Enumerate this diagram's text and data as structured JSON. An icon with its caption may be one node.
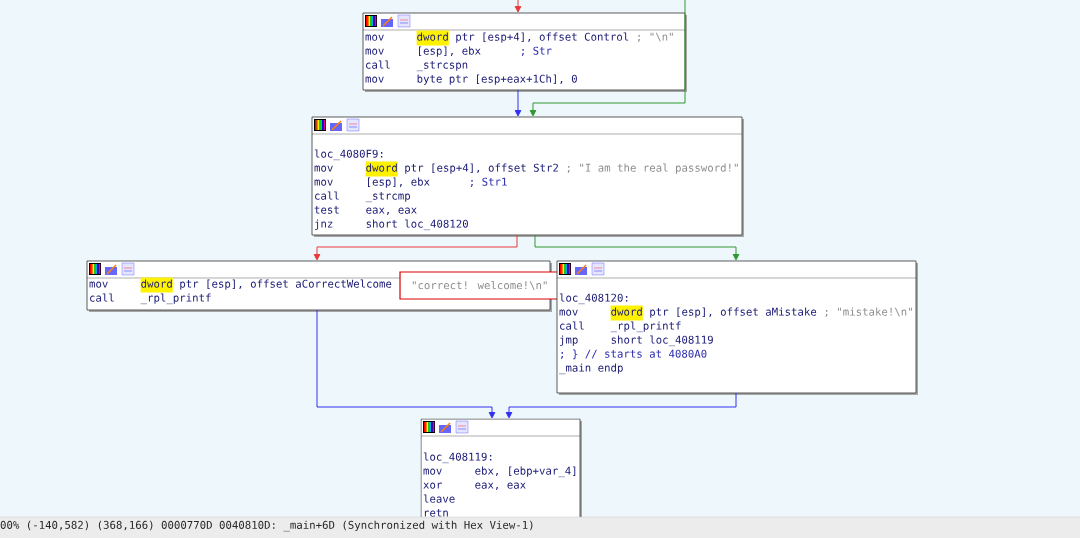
{
  "diagram": {
    "nodes": [
      {
        "text": [
          "mov",
          "dword",
          "ptr [esp+4], offset Control",
          "; \"\\n\"",
          "mov",
          "[esp], ebx",
          "; Str",
          "call",
          "_strcspn",
          "mov",
          "byte ptr [esp+eax+1Ch], 0"
        ]
      },
      {
        "text": [
          "loc_4080F9:",
          "mov",
          "dword",
          "ptr [esp+4], offset Str2",
          "; \"I am the real password!\"",
          "mov",
          "[esp], ebx",
          "; Str1",
          "call",
          "_strcmp",
          "test",
          "eax, eax",
          "jnz",
          "short loc_408120"
        ]
      },
      {
        "text": [
          "mov",
          "dword",
          "ptr [esp], offset aCorrectWelcome",
          "call",
          "_rpl_printf"
        ]
      },
      {
        "text": [
          "\"correct! welcome!\\n\""
        ],
        "in": 2
      },
      {
        "text": [
          "loc_408120:",
          "mov",
          "dword",
          "ptr [esp], offset aMistake",
          "; \"mistake!\\n\"",
          "call",
          "_rpl_printf",
          "jmp",
          "short loc_408119",
          "; } // starts at 4080A0",
          "_main endp"
        ]
      },
      {
        "text": [
          "loc_408119:",
          "mov",
          "ebx, [ebp+var_4]",
          "xor",
          "eax, eax",
          "leave",
          "retn"
        ]
      }
    ],
    "edges": [
      {
        "from": null,
        "to": 0,
        "arrow": "to",
        "color": "#e83a3a"
      },
      {
        "from": null,
        "to": 1,
        "arrow": "to",
        "color": "#2e9a2e"
      },
      {
        "from": 0,
        "to": 1,
        "arrow": "to"
      },
      {
        "from": 1,
        "to": 2,
        "arrow": "to",
        "color": "#e83a3a"
      },
      {
        "from": 1,
        "to": 4,
        "arrow": "to",
        "color": "#2e9a2e"
      },
      {
        "from": 2,
        "to": 5,
        "arrow": "to"
      },
      {
        "from": 4,
        "to": 5,
        "arrow": "to"
      }
    ],
    "labels": [
      "00% (-140,582) (368,166) 0000770D 0040810D: _main+6D (Synchronized with Hex View-1)"
    ]
  }
}
